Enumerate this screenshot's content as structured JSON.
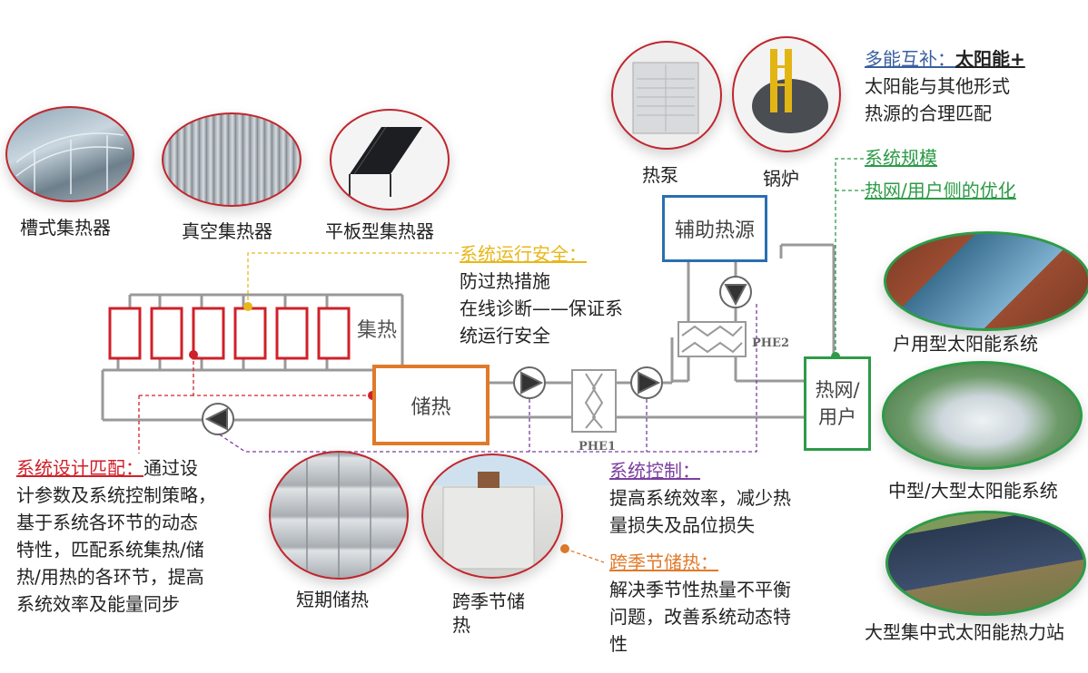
{
  "collectors": {
    "trough_label": "槽式集热器",
    "vacuum_label": "真空集热器",
    "flat_label": "平板型集热器"
  },
  "aux_sources": {
    "heat_pump_label": "热泵",
    "boiler_label": "锅炉"
  },
  "diagram": {
    "collector_block_label": "集热",
    "storage_label": "储热",
    "aux_heat_label": "辅助热源",
    "phe1_label": "PHE1",
    "phe2_label": "PHE2",
    "user_label": "热网/用户"
  },
  "annotations": {
    "multi_energy": {
      "title": "多能互补：",
      "title_suffix": "太阳能+",
      "line1": "太阳能与其他形式",
      "line2": "热源的合理匹配",
      "color": "#3a5fa0"
    },
    "scale": {
      "line1": "系统规模",
      "line2": "热网/用户侧的优化",
      "color": "#2d9b47"
    },
    "safety": {
      "title": "系统运行安全：",
      "line1": "防过热措施",
      "line2": "在线诊断——保证系",
      "line3": "统运行安全",
      "color": "#e8b71a"
    },
    "design": {
      "title": "系统设计匹配：",
      "line1_suffix": "通过设",
      "line2": "计参数及系统控制策略，",
      "line3": "基于系统各环节的动态",
      "line4": "特性，匹配系统集热/储",
      "line5": "热/用热的各环节，提高",
      "line6": "系统效率及能量同步",
      "color": "#d0202a"
    },
    "control": {
      "title": "系统控制：",
      "line1": "提高系统效率，减少热",
      "line2": "量损失及品位损失",
      "color": "#7b3fa0"
    },
    "seasonal": {
      "title": "跨季节储热：",
      "line1": "解决季节性热量不平衡",
      "line2": "问题，改善系统动态特",
      "line3": "性",
      "color": "#e07a2a"
    }
  },
  "storage_photos": {
    "short_label": "短期储热",
    "seasonal_label": "跨季节储热"
  },
  "applications": {
    "household_label": "户用型太阳能系统",
    "medium_label": "中型/大型太阳能系统",
    "large_label": "大型集中式太阳能热力站"
  },
  "colors": {
    "collector_red": "#d0202a",
    "storage_orange": "#e07a2a",
    "aux_blue": "#2a6fb0",
    "user_green": "#2d9b47",
    "pipe_gray": "#999999"
  }
}
